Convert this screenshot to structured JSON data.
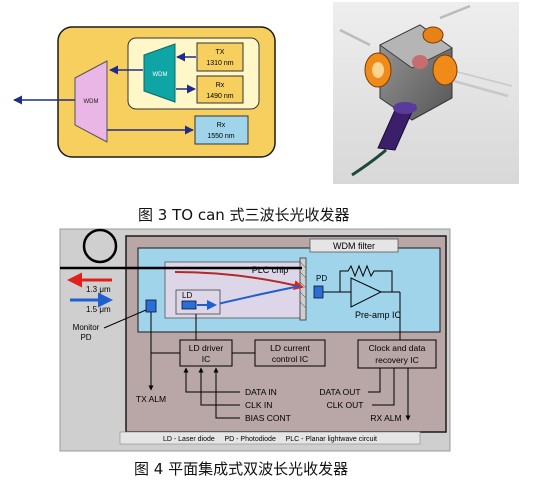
{
  "fig3": {
    "caption": "图 3    TO can 式三波长光收发器",
    "wdm_outer": "WDM",
    "wdm_inner": "WDM",
    "tx1": {
      "title": "TX",
      "wavelength": "1310 nm"
    },
    "rx1": {
      "title": "Rx",
      "wavelength": "1490 nm"
    },
    "rx2": {
      "title": "Rx",
      "wavelength": "1550 nm"
    }
  },
  "fig4": {
    "caption": "图 4    平面集成式双波长光收发器",
    "wdm_filter": "WDM filter",
    "plc_chip": "PLC chip",
    "ld": "LD",
    "pd": "PD",
    "preamp": "Pre-amp IC",
    "wl_13": "1.3 μm",
    "wl_15": "1.5 μm",
    "monitor_pd": [
      "Monitor",
      "PD"
    ],
    "ld_driver": [
      "LD driver",
      "IC"
    ],
    "ld_current": [
      "LD current",
      "control IC"
    ],
    "clock_data": [
      "Clock and data",
      "recovery IC"
    ],
    "tx_alm": "TX ALM",
    "data_in": "DATA IN",
    "clk_in": "CLK IN",
    "bias_cont": "BIAS CONT",
    "data_out": "DATA OUT",
    "clk_out": "CLK OUT",
    "rx_alm": "RX ALM",
    "legend": "LD - Laser diode     PD - Photodiode     PLC - Planar lightwave circuit"
  },
  "colors": {
    "gold": "#f7cf5f",
    "pink": "#e9b6e6",
    "teal": "#0fa5a5",
    "navy": "#1f2d8a",
    "light_blue": "#9fd4ea",
    "red_arrow": "#e0201a",
    "blue_arrow": "#1f5fd0"
  }
}
